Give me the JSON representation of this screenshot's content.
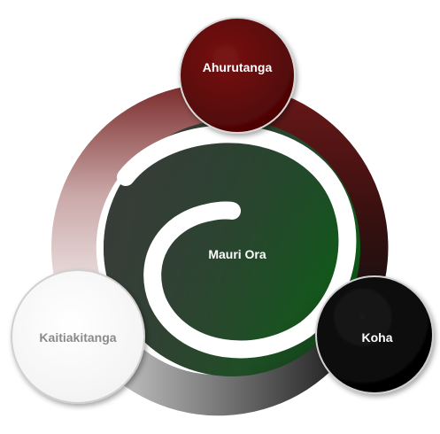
{
  "center": {
    "label": "Mauri Ora"
  },
  "nodes": [
    {
      "label": "Ahurutanga",
      "color": "#6e0a0a"
    },
    {
      "label": "Koha",
      "color": "#000000"
    },
    {
      "label": "Kaitiakitanga",
      "color": "#ffffff"
    }
  ],
  "colors": {
    "ring_red": "#6b1010",
    "ring_dark": "#222222",
    "spiral_green": "#0f4a1a",
    "spiral_dark": "#3a3a3a",
    "node_text_light": "#ffffff",
    "node_text_muted": "#8a8a8a"
  },
  "icons": [
    "spiral-koru-icon"
  ]
}
